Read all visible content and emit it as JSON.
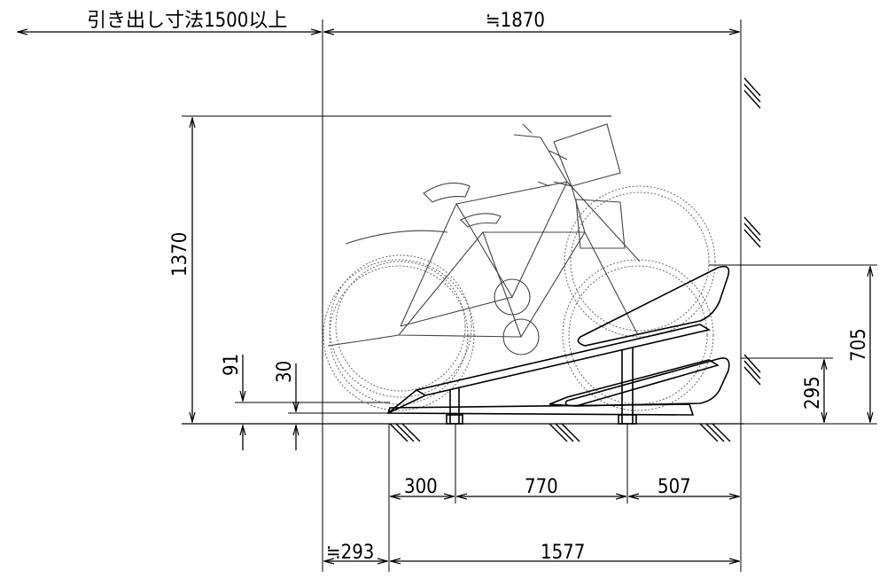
{
  "dimensions": {
    "pullout_clearance": "引き出し寸法1500以上",
    "overall_width": "≒1870",
    "overall_height": "1370",
    "upper_tier_height": "705",
    "lower_tier_height": "295",
    "front_clearance": "91",
    "rear_clearance": "30",
    "span_front": "300",
    "span_middle": "770",
    "span_rear": "507",
    "front_overhang": "≒293",
    "rack_depth": "1577"
  }
}
